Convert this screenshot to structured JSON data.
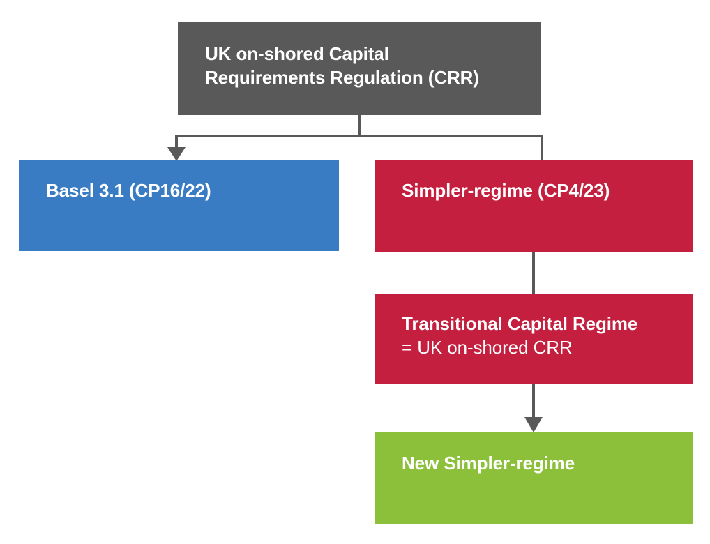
{
  "diagram": {
    "title": "UK capital regulation regime flow",
    "background_color": "#ffffff",
    "connector_color": "#595959",
    "nodes": [
      {
        "id": "root",
        "label_line1": "UK on-shored Capital",
        "label_line2": "Requirements Regulation (CRR)",
        "color": "#595959",
        "text_color": "#ffffff"
      },
      {
        "id": "basel",
        "label": "Basel 3.1 (CP16/22)",
        "color": "#3a7cc3",
        "text_color": "#ffffff"
      },
      {
        "id": "simpler",
        "label": "Simpler-regime (CP4/23)",
        "color": "#c41f3e",
        "text_color": "#ffffff"
      },
      {
        "id": "transitional",
        "label_line1": "Transitional Capital Regime",
        "label_line2": "= UK on-shored CRR",
        "color": "#c41f3e",
        "text_color": "#ffffff"
      },
      {
        "id": "newsimpler",
        "label": "New Simpler-regime",
        "color": "#8cc03a",
        "text_color": "#ffffff"
      }
    ],
    "connectors": [
      {
        "id": "root-split",
        "from": "root",
        "to": "split-bar",
        "arrowhead": false
      },
      {
        "id": "split-basel",
        "from": "split-bar",
        "to": "basel",
        "arrowhead": true
      },
      {
        "id": "split-simpler",
        "from": "split-bar",
        "to": "simpler",
        "arrowhead": false
      },
      {
        "id": "simpler-transitional",
        "from": "simpler",
        "to": "transitional",
        "arrowhead": false
      },
      {
        "id": "transitional-newsimpler",
        "from": "transitional",
        "to": "newsimpler",
        "arrowhead": true
      }
    ]
  }
}
